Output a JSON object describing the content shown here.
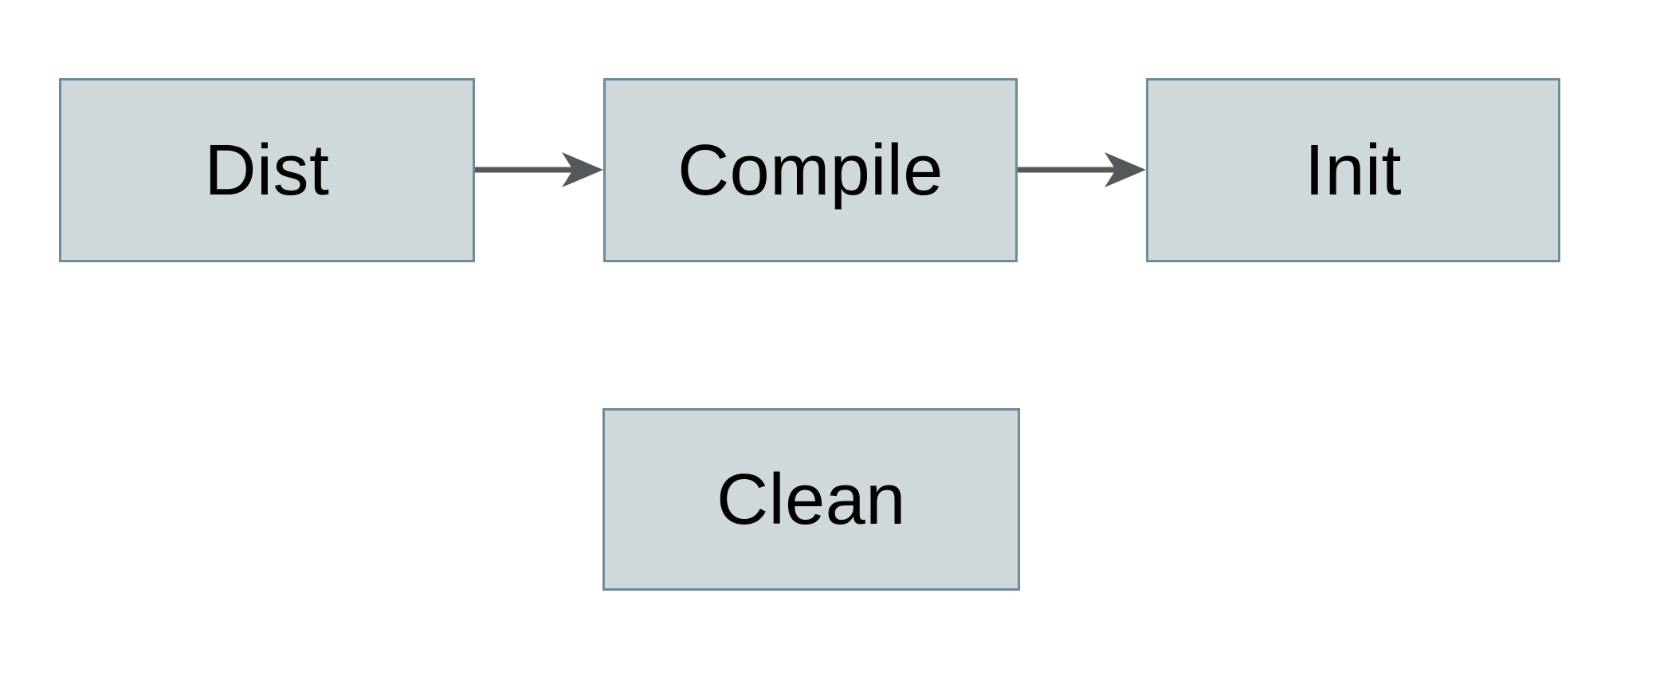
{
  "diagram": {
    "title": "build-tasks-flow",
    "background_color": "#ffffff",
    "node_fill_color": "#cfd8da",
    "node_border_color": "#6e8b99",
    "arrow_color": "#55585a",
    "text_color": "#000000",
    "nodes": [
      {
        "id": "dist",
        "label": "Dist"
      },
      {
        "id": "compile",
        "label": "Compile"
      },
      {
        "id": "init",
        "label": "Init"
      },
      {
        "id": "clean",
        "label": "Clean"
      }
    ],
    "edges": [
      {
        "from": "Dist",
        "to": "Compile",
        "style": "arrow-right"
      },
      {
        "from": "Compile",
        "to": "Init",
        "style": "arrow-right"
      }
    ]
  }
}
